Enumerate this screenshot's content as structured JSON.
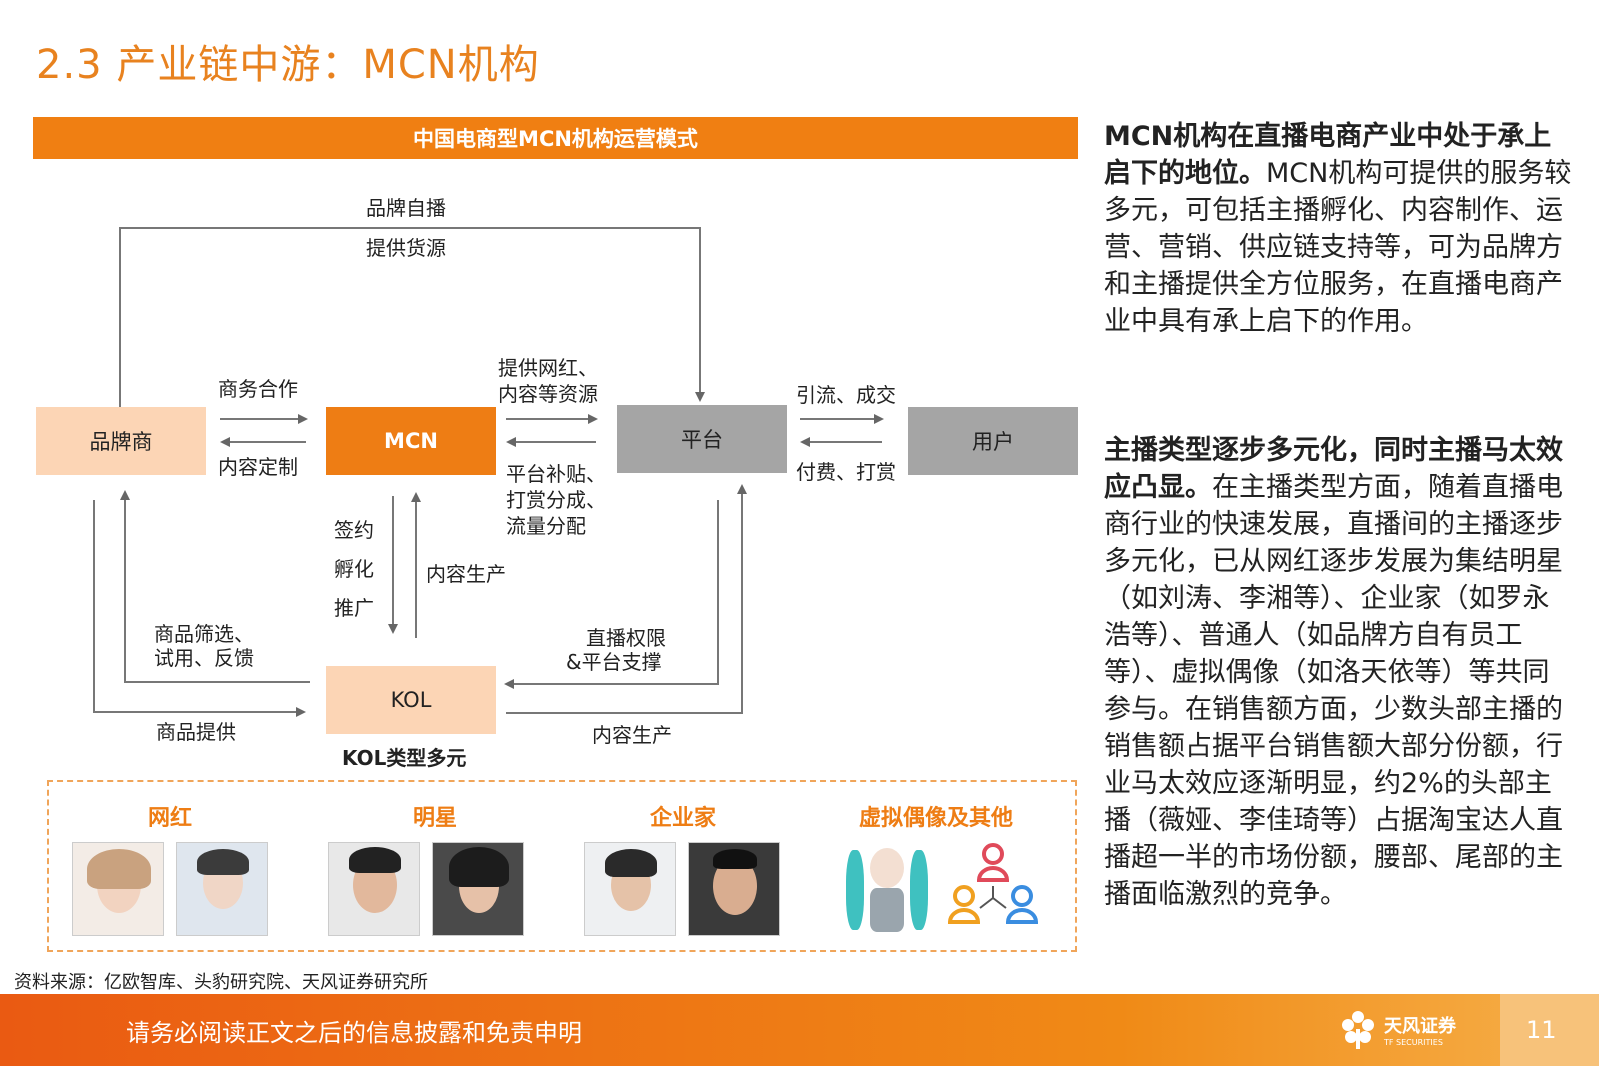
{
  "title": "2.3 产业链中游：MCN机构",
  "diagram": {
    "banner": "中国电商型MCN机构运营模式",
    "nodes": {
      "brand": "品牌商",
      "mcn": "MCN",
      "platform": "平台",
      "user": "用户",
      "kol": "KOL"
    },
    "labels": {
      "brand_self_live": "品牌自播",
      "provide_goods": "提供货源",
      "business_coop": "商务合作",
      "content_custom": "内容定制",
      "provide_influencer_1": "提供网红、",
      "provide_influencer_2": "内容等资源",
      "platform_subsidy_1": "平台补贴、",
      "platform_subsidy_2": "打赏分成、",
      "platform_subsidy_3": "流量分配",
      "traffic_deal": "引流、成交",
      "pay_tip": "付费、打赏",
      "sign": "签约",
      "incubate": "孵化",
      "promote": "推广",
      "content_production_1": "内容生产",
      "goods_select_1": "商品筛选、",
      "goods_select_2": "试用、反馈",
      "live_rights_1": "直播权限",
      "live_rights_2": "&平台支撑",
      "goods_supply": "商品提供",
      "content_production_2": "内容生产"
    },
    "kol_types_title": "KOL类型多元",
    "kol_categories": [
      "网红",
      "明星",
      "企业家",
      "虚拟偶像及其他"
    ]
  },
  "right_text": {
    "p1_bold": "MCN机构在直播电商产业中处于承上启下的地位。",
    "p1_body": "MCN机构可提供的服务较多元，可包括主播孵化、内容制作、运营、营销、供应链支持等，可为品牌方和主播提供全方位服务，在直播电商产业中具有承上启下的作用。",
    "p2_bold": "主播类型逐步多元化，同时主播马太效应凸显。",
    "p2_body": "在主播类型方面，随着直播电商行业的快速发展，直播间的主播逐步多元化，已从网红逐步发展为集结明星（如刘涛、李湘等）、企业家（如罗永浩等）、普通人（如品牌方自有员工等）、虚拟偶像（如洛天依等）等共同参与。在销售额方面，少数头部主播的销售额占据平台销售额大部分份额，行业马太效应逐渐明显，约2%的头部主播（薇娅、李佳琦等）占据淘宝达人直播超一半的市场份额，腰部、尾部的主播面临激烈的竞争。"
  },
  "source": "资料来源：亿欧智库、头豹研究院、天风证券研究所",
  "footer": {
    "disclaimer": "请务必阅读正文之后的信息披露和免责申明",
    "logo_text": "天风证券",
    "logo_sub": "TF SECURITIES",
    "page": "11"
  },
  "colors": {
    "accent": "#f07f12",
    "brand_box": "#fcd5b5",
    "mcn_box": "#ee7d14",
    "gray_box": "#a5a5a5",
    "kol_box": "#fcd5b5"
  }
}
